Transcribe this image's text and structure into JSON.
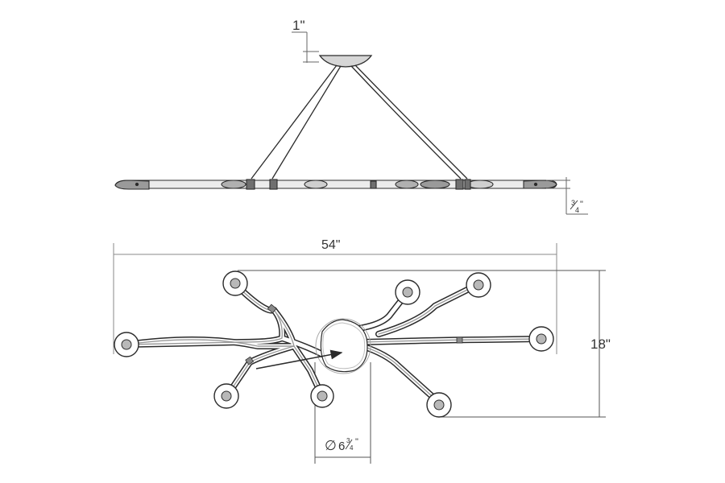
{
  "dimensions": {
    "canopy_height": "1\"",
    "bar_thickness_num": "3",
    "bar_thickness_den": "4",
    "bar_thickness_unit": "\"",
    "overall_width": "54\"",
    "overall_depth": "18\"",
    "diameter_symbol": "∅",
    "canopy_diameter_whole": "6",
    "canopy_diameter_num": "3",
    "canopy_diameter_den": "4",
    "canopy_diameter_unit": "\""
  },
  "colors": {
    "line": "#2b2b2b",
    "dim_line": "#888888",
    "fixture_fill": "#b8b8b8",
    "text": "#333333"
  }
}
